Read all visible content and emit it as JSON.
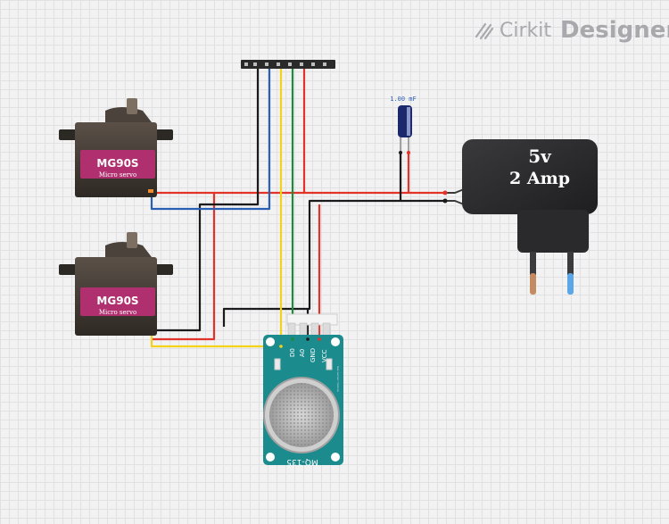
{
  "brand": {
    "prefix": "Cirkit",
    "suffix": "Designer"
  },
  "components": {
    "servo_top": {
      "model": "MG90S",
      "subtitle": "Micro servo"
    },
    "servo_bottom": {
      "model": "MG90S",
      "subtitle": "Micro servo"
    },
    "capacitor": {
      "value": "1.00 mF"
    },
    "adapter": {
      "line1": "5v",
      "line2": "2 Amp"
    },
    "sensor": {
      "name": "MQ-135",
      "pins": [
        "D0",
        "A0",
        "GND",
        "VCC"
      ],
      "fine_print": "Gas sensor module"
    }
  },
  "colors": {
    "wire_red": "#e2332a",
    "wire_black": "#1a1a1a",
    "wire_blue": "#2b5fb4",
    "wire_green": "#1f8a3c",
    "wire_yellow": "#f5d21a",
    "sensor_board": "#1c8b8e",
    "servo_label": "#b0306f",
    "adapter_body": "#2c2c2e"
  }
}
